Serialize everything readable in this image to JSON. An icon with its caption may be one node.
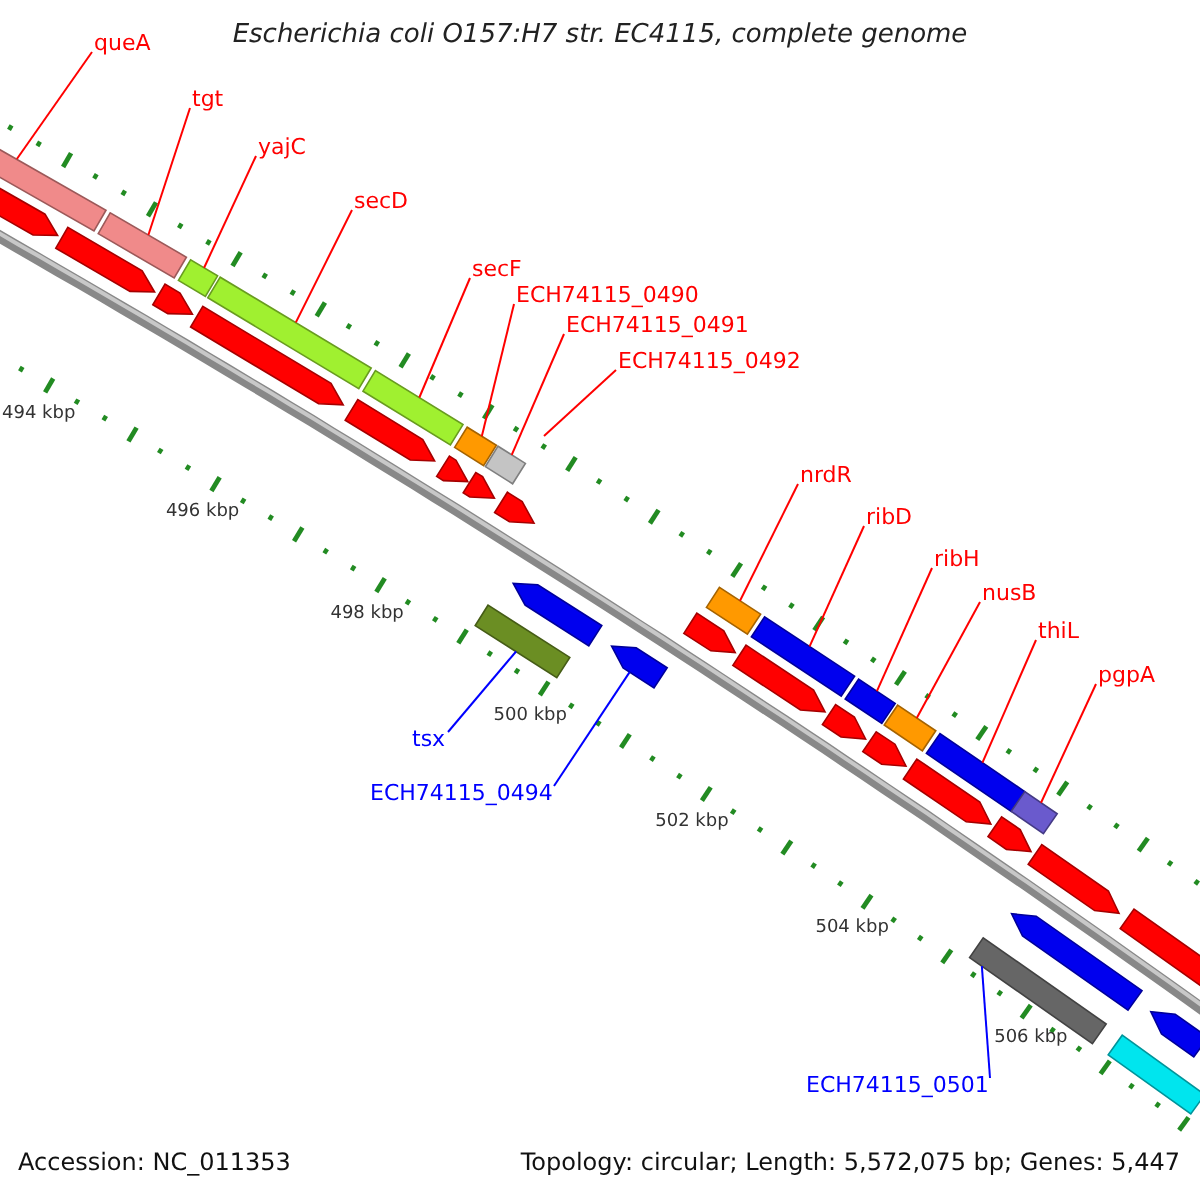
{
  "diagram": {
    "title": "Escherichia coli O157:H7 str. EC4115, complete genome",
    "nodes": [
      {
        "text": [
          "queA"
        ]
      },
      {
        "text": [
          "tgt"
        ]
      },
      {
        "text": [
          "yajC"
        ]
      },
      {
        "text": [
          "secD"
        ]
      },
      {
        "text": [
          "secF"
        ]
      },
      {
        "text": [
          "ECH74115_0490"
        ]
      },
      {
        "text": [
          "ECH74115_0491"
        ]
      },
      {
        "text": [
          "ECH74115_0492"
        ]
      },
      {
        "text": [
          "nrdR"
        ]
      },
      {
        "text": [
          "ribD"
        ]
      },
      {
        "text": [
          "ribH"
        ]
      },
      {
        "text": [
          "nusB"
        ]
      },
      {
        "text": [
          "thiL"
        ]
      },
      {
        "text": [
          "pgpA"
        ]
      },
      {
        "text": [
          "tsx"
        ]
      },
      {
        "text": [
          "ECH74115_0494"
        ]
      },
      {
        "text": [
          "ECH74115_0501"
        ]
      },
      {
        "text": [],
        "shape": "bar"
      },
      {
        "text": [],
        "shape": "bar"
      },
      {
        "text": [],
        "shape": "bar"
      },
      {
        "text": [],
        "shape": "bar"
      },
      {
        "text": [],
        "shape": "bar"
      },
      {
        "text": [],
        "shape": "bar"
      },
      {
        "text": [],
        "shape": "bar"
      },
      {
        "text": [],
        "shape": "bar"
      },
      {
        "text": [],
        "shape": "bar"
      },
      {
        "text": [],
        "shape": "bar"
      },
      {
        "text": [],
        "shape": "bar"
      },
      {
        "text": [],
        "shape": "bar"
      },
      {
        "text": [],
        "shape": "bar"
      },
      {
        "text": [],
        "shape": "bar"
      },
      {
        "text": [],
        "shape": "arrow"
      },
      {
        "text": [],
        "shape": "bar"
      },
      {
        "text": [],
        "shape": "arrow"
      },
      {
        "text": [],
        "shape": "arrow"
      },
      {
        "text": [],
        "shape": "arrow"
      },
      {
        "text": [],
        "shape": "arrow"
      },
      {
        "text": [],
        "shape": "arrow"
      },
      {
        "text": [],
        "shape": "arrow"
      },
      {
        "text": [],
        "shape": "arrow"
      },
      {
        "text": [],
        "shape": "arrow"
      },
      {
        "text": [],
        "shape": "arrow"
      },
      {
        "text": [],
        "shape": "arrow"
      },
      {
        "text": [],
        "shape": "arrow"
      },
      {
        "text": [],
        "shape": "arrow"
      },
      {
        "text": [],
        "shape": "arrow"
      },
      {
        "text": [],
        "shape": "arrow"
      },
      {
        "text": [],
        "shape": "arrow"
      },
      {
        "text": [],
        "shape": "arrow"
      },
      {
        "text": [],
        "shape": "arrow"
      },
      {
        "text": [],
        "shape": "bar"
      },
      {
        "text": [],
        "shape": "arrow"
      },
      {
        "text": [],
        "shape": "arrow"
      }
    ],
    "edges": [
      {
        "from": 0,
        "to": 17,
        "arrow": "none"
      },
      {
        "from": 1,
        "to": 18,
        "arrow": "none"
      },
      {
        "from": 2,
        "to": 19,
        "arrow": "none"
      },
      {
        "from": 3,
        "to": 20,
        "arrow": "none"
      },
      {
        "from": 4,
        "to": 21,
        "arrow": "none"
      },
      {
        "from": 5,
        "to": 22,
        "arrow": "none"
      },
      {
        "from": 6,
        "to": 23,
        "arrow": "none"
      },
      {
        "from": 7,
        "to": null,
        "arrow": "none"
      },
      {
        "from": 8,
        "to": 24,
        "arrow": "none"
      },
      {
        "from": 9,
        "to": 25,
        "arrow": "none"
      },
      {
        "from": 10,
        "to": 26,
        "arrow": "none"
      },
      {
        "from": 11,
        "to": 27,
        "arrow": "none"
      },
      {
        "from": 12,
        "to": 28,
        "arrow": "none"
      },
      {
        "from": 13,
        "to": 29,
        "arrow": "none"
      },
      {
        "from": 14,
        "to": 30,
        "arrow": "none",
        "color": "#0000ff"
      },
      {
        "from": 15,
        "to": 31,
        "arrow": "none",
        "color": "#0000ff"
      },
      {
        "from": 16,
        "to": 32,
        "arrow": "none",
        "color": "#0000ff"
      }
    ],
    "labels": [
      "494 kbp",
      "496 kbp",
      "498 kbp",
      "500 kbp",
      "502 kbp",
      "504 kbp",
      "506 kbp",
      "Accession: NC_011353",
      "Topology: circular; Length: 5,572,075 bp; Genes: 5,447"
    ]
  }
}
